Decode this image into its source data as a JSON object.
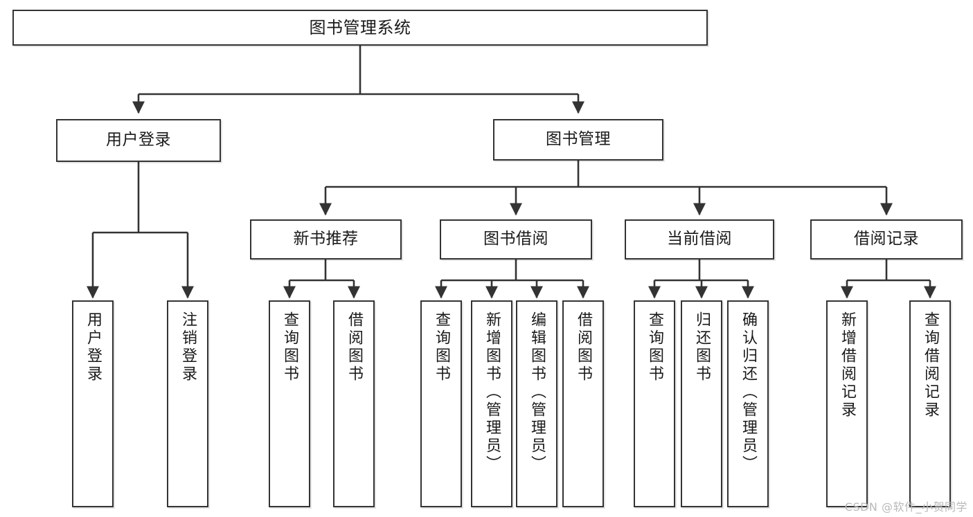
{
  "diagram": {
    "title": "图书管理系统",
    "watermark": "CSDN @软件_小贺同学",
    "accent_color": "#333333",
    "background_color": "#ffffff",
    "text_color": "#1a1a1a",
    "watermark_color": "#b9b9b9"
  },
  "nodes": {
    "root": {
      "label": "图书管理系统",
      "level": "root"
    },
    "level1": [
      {
        "label": "用户登录"
      },
      {
        "label": "图书管理"
      }
    ],
    "level2": [
      {
        "label": "新书推荐"
      },
      {
        "label": "图书借阅"
      },
      {
        "label": "当前借阅"
      },
      {
        "label": "借阅记录"
      }
    ],
    "leaves": {
      "user_login": [
        {
          "label": "用户登录"
        },
        {
          "label": "注销登录"
        }
      ],
      "new_book_recommend": [
        {
          "label": "查询图书"
        },
        {
          "label": "借阅图书"
        }
      ],
      "book_borrow": [
        {
          "label": "查询图书"
        },
        {
          "label": "新增图书（管理员）"
        },
        {
          "label": "编辑图书（管理员）"
        },
        {
          "label": "借阅图书"
        }
      ],
      "current_borrow": [
        {
          "label": "查询图书"
        },
        {
          "label": "归还图书"
        },
        {
          "label": "确认归还（管理员）"
        }
      ],
      "borrow_record": [
        {
          "label": "新增借阅记录"
        },
        {
          "label": "查询借阅记录"
        }
      ]
    }
  }
}
